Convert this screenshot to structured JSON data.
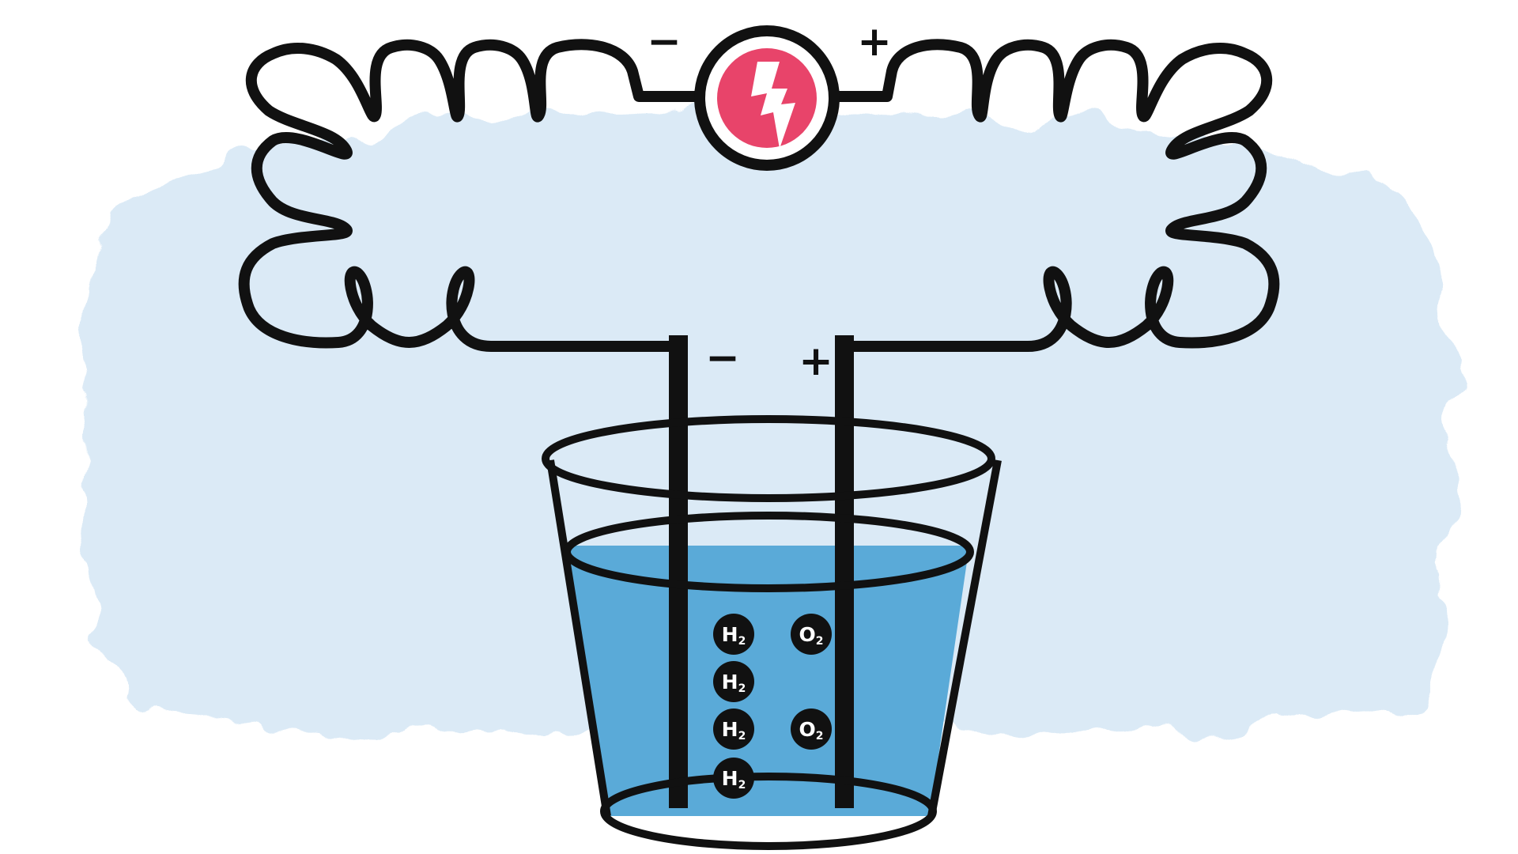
{
  "colors": {
    "ink": "#111111",
    "watercolor_background": "#cfe3f3",
    "water": "#5aaad8",
    "power_source": "#e8446a",
    "molecule_fill": "#111111",
    "molecule_text": "#ffffff"
  },
  "power_source": {
    "icon": "lightning-bolt-icon",
    "negative_label": "−",
    "positive_label": "+"
  },
  "electrodes": {
    "cathode_label": "−",
    "anode_label": "+"
  },
  "molecules": {
    "cathode": [
      {
        "symbol": "H",
        "subscript": "2"
      },
      {
        "symbol": "H",
        "subscript": "2"
      },
      {
        "symbol": "H",
        "subscript": "2"
      },
      {
        "symbol": "H",
        "subscript": "2"
      }
    ],
    "anode": [
      {
        "symbol": "O",
        "subscript": "2"
      },
      {
        "symbol": "O",
        "subscript": "2"
      }
    ]
  }
}
